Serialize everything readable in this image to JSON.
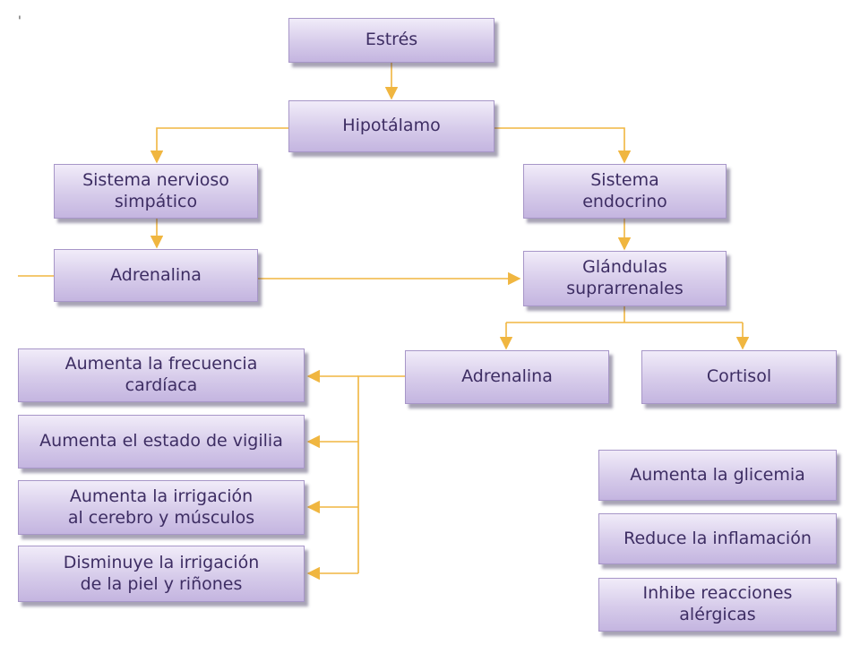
{
  "colors": {
    "box_fill": "#d6cbea",
    "box_border": "#a796c8",
    "text": "#3d2d63",
    "arrow": "#f0b640"
  },
  "diagram": {
    "mark": "'",
    "nodes": {
      "estres": "Estrés",
      "hipotalamo": "Hipotálamo",
      "sistema_nervioso": "Sistema nervioso\nsimpático",
      "sistema_endocrino": "Sistema\nendocrino",
      "adrenalina_nerviosa": "Adrenalina",
      "glandulas": "Glándulas\nsuprarrenales",
      "adrenalina_glandular": "Adrenalina",
      "cortisol": "Cortisol",
      "efecto_frecuencia": "Aumenta la frecuencia\ncardíaca",
      "efecto_vigilia": "Aumenta el estado de vigilia",
      "efecto_irrigacion_cerebro": "Aumenta la irrigación\nal cerebro y músculos",
      "efecto_irrigacion_piel": "Disminuye la irrigación\nde la piel y riñones",
      "efecto_glicemia": "Aumenta la glicemia",
      "efecto_inflamacion": "Reduce la inflamación",
      "efecto_alergias": "Inhibe reacciones\nalérgicas"
    }
  }
}
